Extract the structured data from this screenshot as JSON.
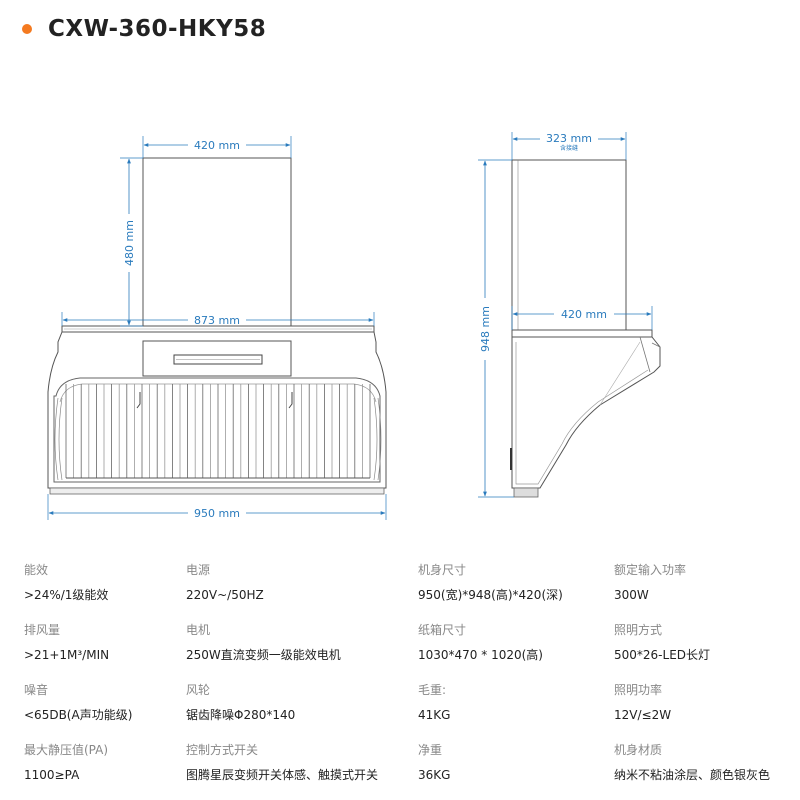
{
  "header": {
    "model": "CXW-360-HKY58",
    "accent_color": "#f47a20"
  },
  "diagram": {
    "front_view": {
      "chimney_width": "420 mm",
      "chimney_height": "480 mm",
      "panel_width": "873 mm",
      "total_width": "950 mm"
    },
    "side_view": {
      "top_depth": "323 mm",
      "top_depth_note": "含接缝",
      "lower_depth": "420 mm",
      "total_height": "948 mm"
    },
    "dimension_color": "#2a7bbd"
  },
  "specs": [
    [
      {
        "label": "能效",
        "value": ">24%/1级能效"
      },
      {
        "label": "电源",
        "value": "220V~/50HZ"
      },
      {
        "label": "机身尺寸",
        "value": "950(宽)*948(高)*420(深)"
      },
      {
        "label": "额定输入功率",
        "value": "300W"
      }
    ],
    [
      {
        "label": "排风量",
        "value": ">21+1M³/MIN"
      },
      {
        "label": "电机",
        "value": "250W直流变频一级能效电机"
      },
      {
        "label": "纸箱尺寸",
        "value": "1030*470 * 1020(高)"
      },
      {
        "label": "照明方式",
        "value": "500*26-LED长灯"
      }
    ],
    [
      {
        "label": "噪音",
        "value": "<65DB(A声功能级)"
      },
      {
        "label": "风轮",
        "value": "锯齿降噪Φ280*140"
      },
      {
        "label": "毛重:",
        "value": "41KG"
      },
      {
        "label": "照明功率",
        "value": "12V/≤2W"
      }
    ],
    [
      {
        "label": "最大静压值(PA)",
        "value": "1100≥PA"
      },
      {
        "label": "控制方式开关",
        "value": "图腾星辰变频开关体感、触摸式开关"
      },
      {
        "label": "净重",
        "value": "36KG"
      },
      {
        "label": "机身材质",
        "value": "纳米不粘油涂层、颜色银灰色"
      }
    ]
  ]
}
